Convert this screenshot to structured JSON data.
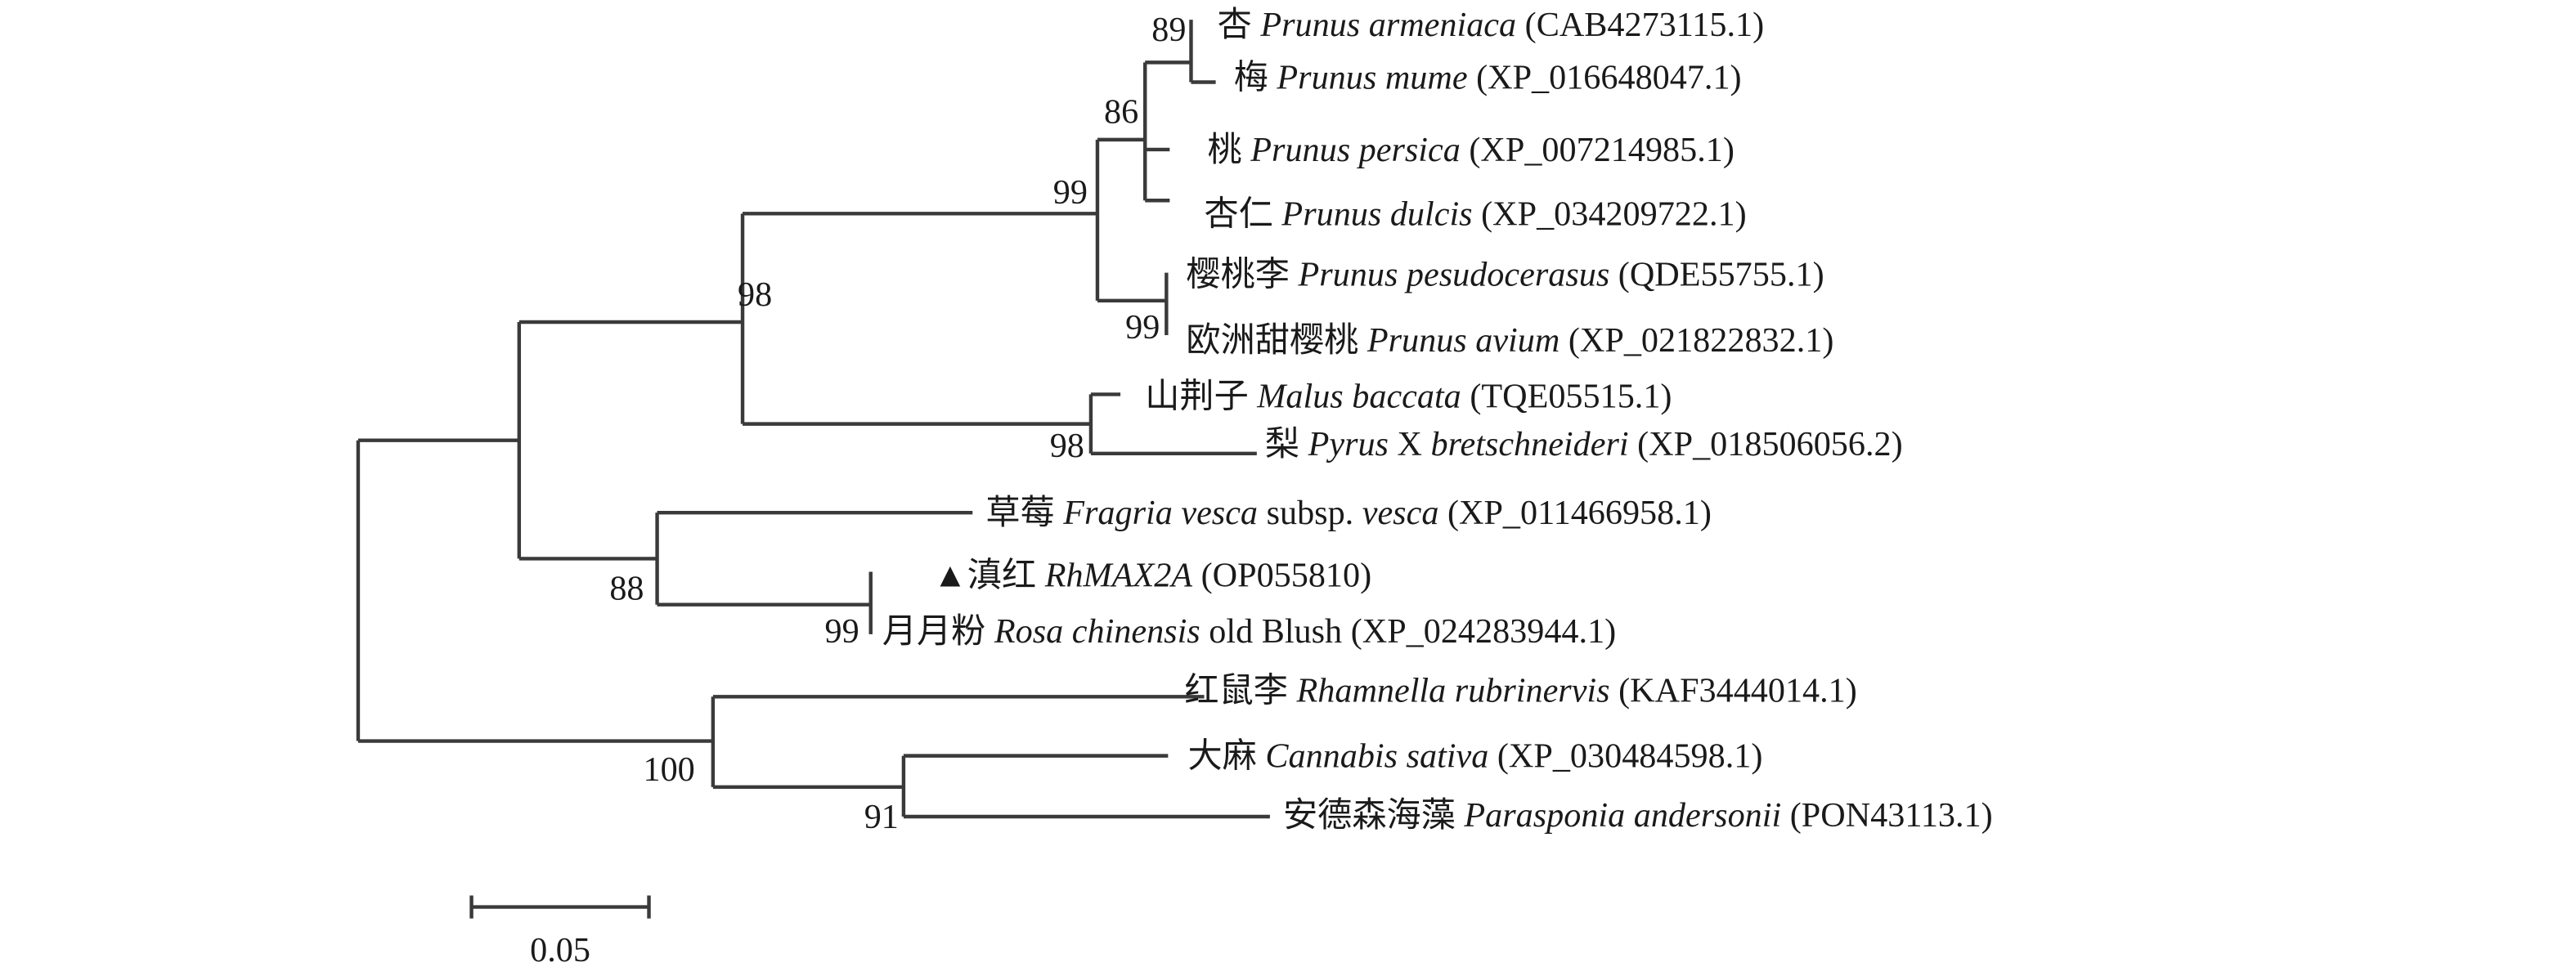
{
  "leaves": [
    {
      "segments": [
        {
          "t": "杏 ",
          "i": false
        },
        {
          "t": "Prunus armeniaca",
          "i": true
        },
        {
          "t": " (CAB4273115.1)",
          "i": false
        }
      ]
    },
    {
      "segments": [
        {
          "t": "梅 ",
          "i": false
        },
        {
          "t": "Prunus mume",
          "i": true
        },
        {
          "t": " (XP_016648047.1)",
          "i": false
        }
      ]
    },
    {
      "segments": [
        {
          "t": "桃 ",
          "i": false
        },
        {
          "t": "Prunus persica",
          "i": true
        },
        {
          "t": " (XP_007214985.1)",
          "i": false
        }
      ]
    },
    {
      "segments": [
        {
          "t": "杏仁 ",
          "i": false
        },
        {
          "t": "Prunus dulcis",
          "i": true
        },
        {
          "t": " (XP_034209722.1)",
          "i": false
        }
      ]
    },
    {
      "segments": [
        {
          "t": "樱桃李 ",
          "i": false
        },
        {
          "t": "Prunus pesudocerasus",
          "i": true
        },
        {
          "t": " (QDE55755.1)",
          "i": false
        }
      ]
    },
    {
      "segments": [
        {
          "t": "欧洲甜樱桃 ",
          "i": false
        },
        {
          "t": "Prunus avium",
          "i": true
        },
        {
          "t": " (XP_021822832.1)",
          "i": false
        }
      ]
    },
    {
      "segments": [
        {
          "t": "山荆子 ",
          "i": false
        },
        {
          "t": "Malus baccata",
          "i": true
        },
        {
          "t": " (TQE05515.1)",
          "i": false
        }
      ]
    },
    {
      "segments": [
        {
          "t": "梨 ",
          "i": false
        },
        {
          "t": "Pyrus",
          "i": true
        },
        {
          "t": " X ",
          "i": false
        },
        {
          "t": "bretschneideri",
          "i": true
        },
        {
          "t": " (XP_018506056.2)",
          "i": false
        }
      ]
    },
    {
      "segments": [
        {
          "t": "草莓 ",
          "i": false
        },
        {
          "t": "Fragria vesca",
          "i": true
        },
        {
          "t": " subsp. ",
          "i": false
        },
        {
          "t": "vesca",
          "i": true
        },
        {
          "t": " (XP_011466958.1)",
          "i": false
        }
      ]
    },
    {
      "segments": [
        {
          "t": "▲滇红 ",
          "i": false
        },
        {
          "t": "RhMAX2A",
          "i": true
        },
        {
          "t": " (OP055810)",
          "i": false
        }
      ]
    },
    {
      "segments": [
        {
          "t": "月月粉 ",
          "i": false
        },
        {
          "t": "Rosa chinensis",
          "i": true
        },
        {
          "t": " old Blush (XP_024283944.1)",
          "i": false
        }
      ]
    },
    {
      "segments": [
        {
          "t": "红鼠李 ",
          "i": false
        },
        {
          "t": "Rhamnella rubrinervis",
          "i": true
        },
        {
          "t": " (KAF3444014.1)",
          "i": false
        }
      ]
    },
    {
      "segments": [
        {
          "t": "大麻 ",
          "i": false
        },
        {
          "t": "Cannabis sativa",
          "i": true
        },
        {
          "t": " (XP_030484598.1)",
          "i": false
        }
      ]
    },
    {
      "segments": [
        {
          "t": "安德森海藻 ",
          "i": false
        },
        {
          "t": "Parasponia andersonii",
          "i": true
        },
        {
          "t": " (PON43113.1)",
          "i": false
        }
      ]
    }
  ],
  "bootstrap": [
    "89",
    "86",
    "99",
    "98",
    "99",
    "98",
    "88",
    "99",
    "100",
    "91"
  ],
  "scale_bar": {
    "label": "0.05",
    "value": 0.05
  }
}
